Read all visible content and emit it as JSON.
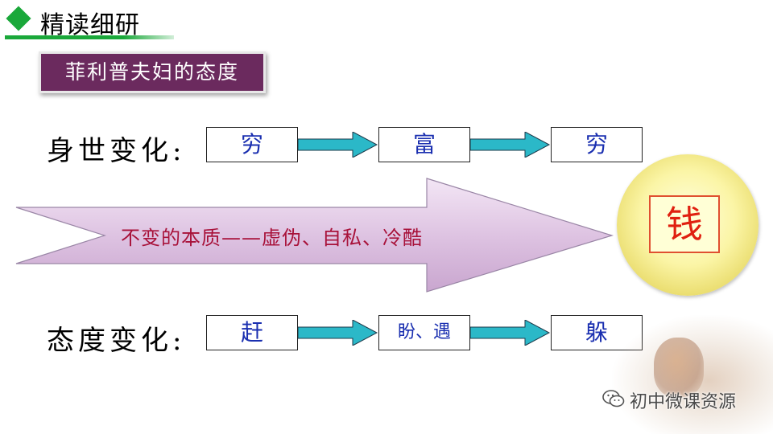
{
  "header": {
    "title": "精读细研"
  },
  "subtitle": "菲利普夫妇的态度",
  "rows": [
    {
      "label": "身世变化:",
      "cells": [
        "穷",
        "富",
        "穷"
      ]
    },
    {
      "label": "态度变化:",
      "cells": [
        "赶",
        "盼、遇",
        "躲"
      ]
    }
  ],
  "banner": {
    "text": "不变的本质——虚伪、自私、冷酷"
  },
  "core": {
    "text": "钱"
  },
  "watermark": {
    "text": "初中微课资源",
    "icon": "wechat-icon"
  },
  "colors": {
    "accent_green": "#1aa83a",
    "subtitle_bg": "#6b2a5e",
    "cell_text": "#1a2fb0",
    "arrow_teal": "#2bb8c8",
    "banner_text": "#a8123a",
    "core_text": "#e02010"
  }
}
